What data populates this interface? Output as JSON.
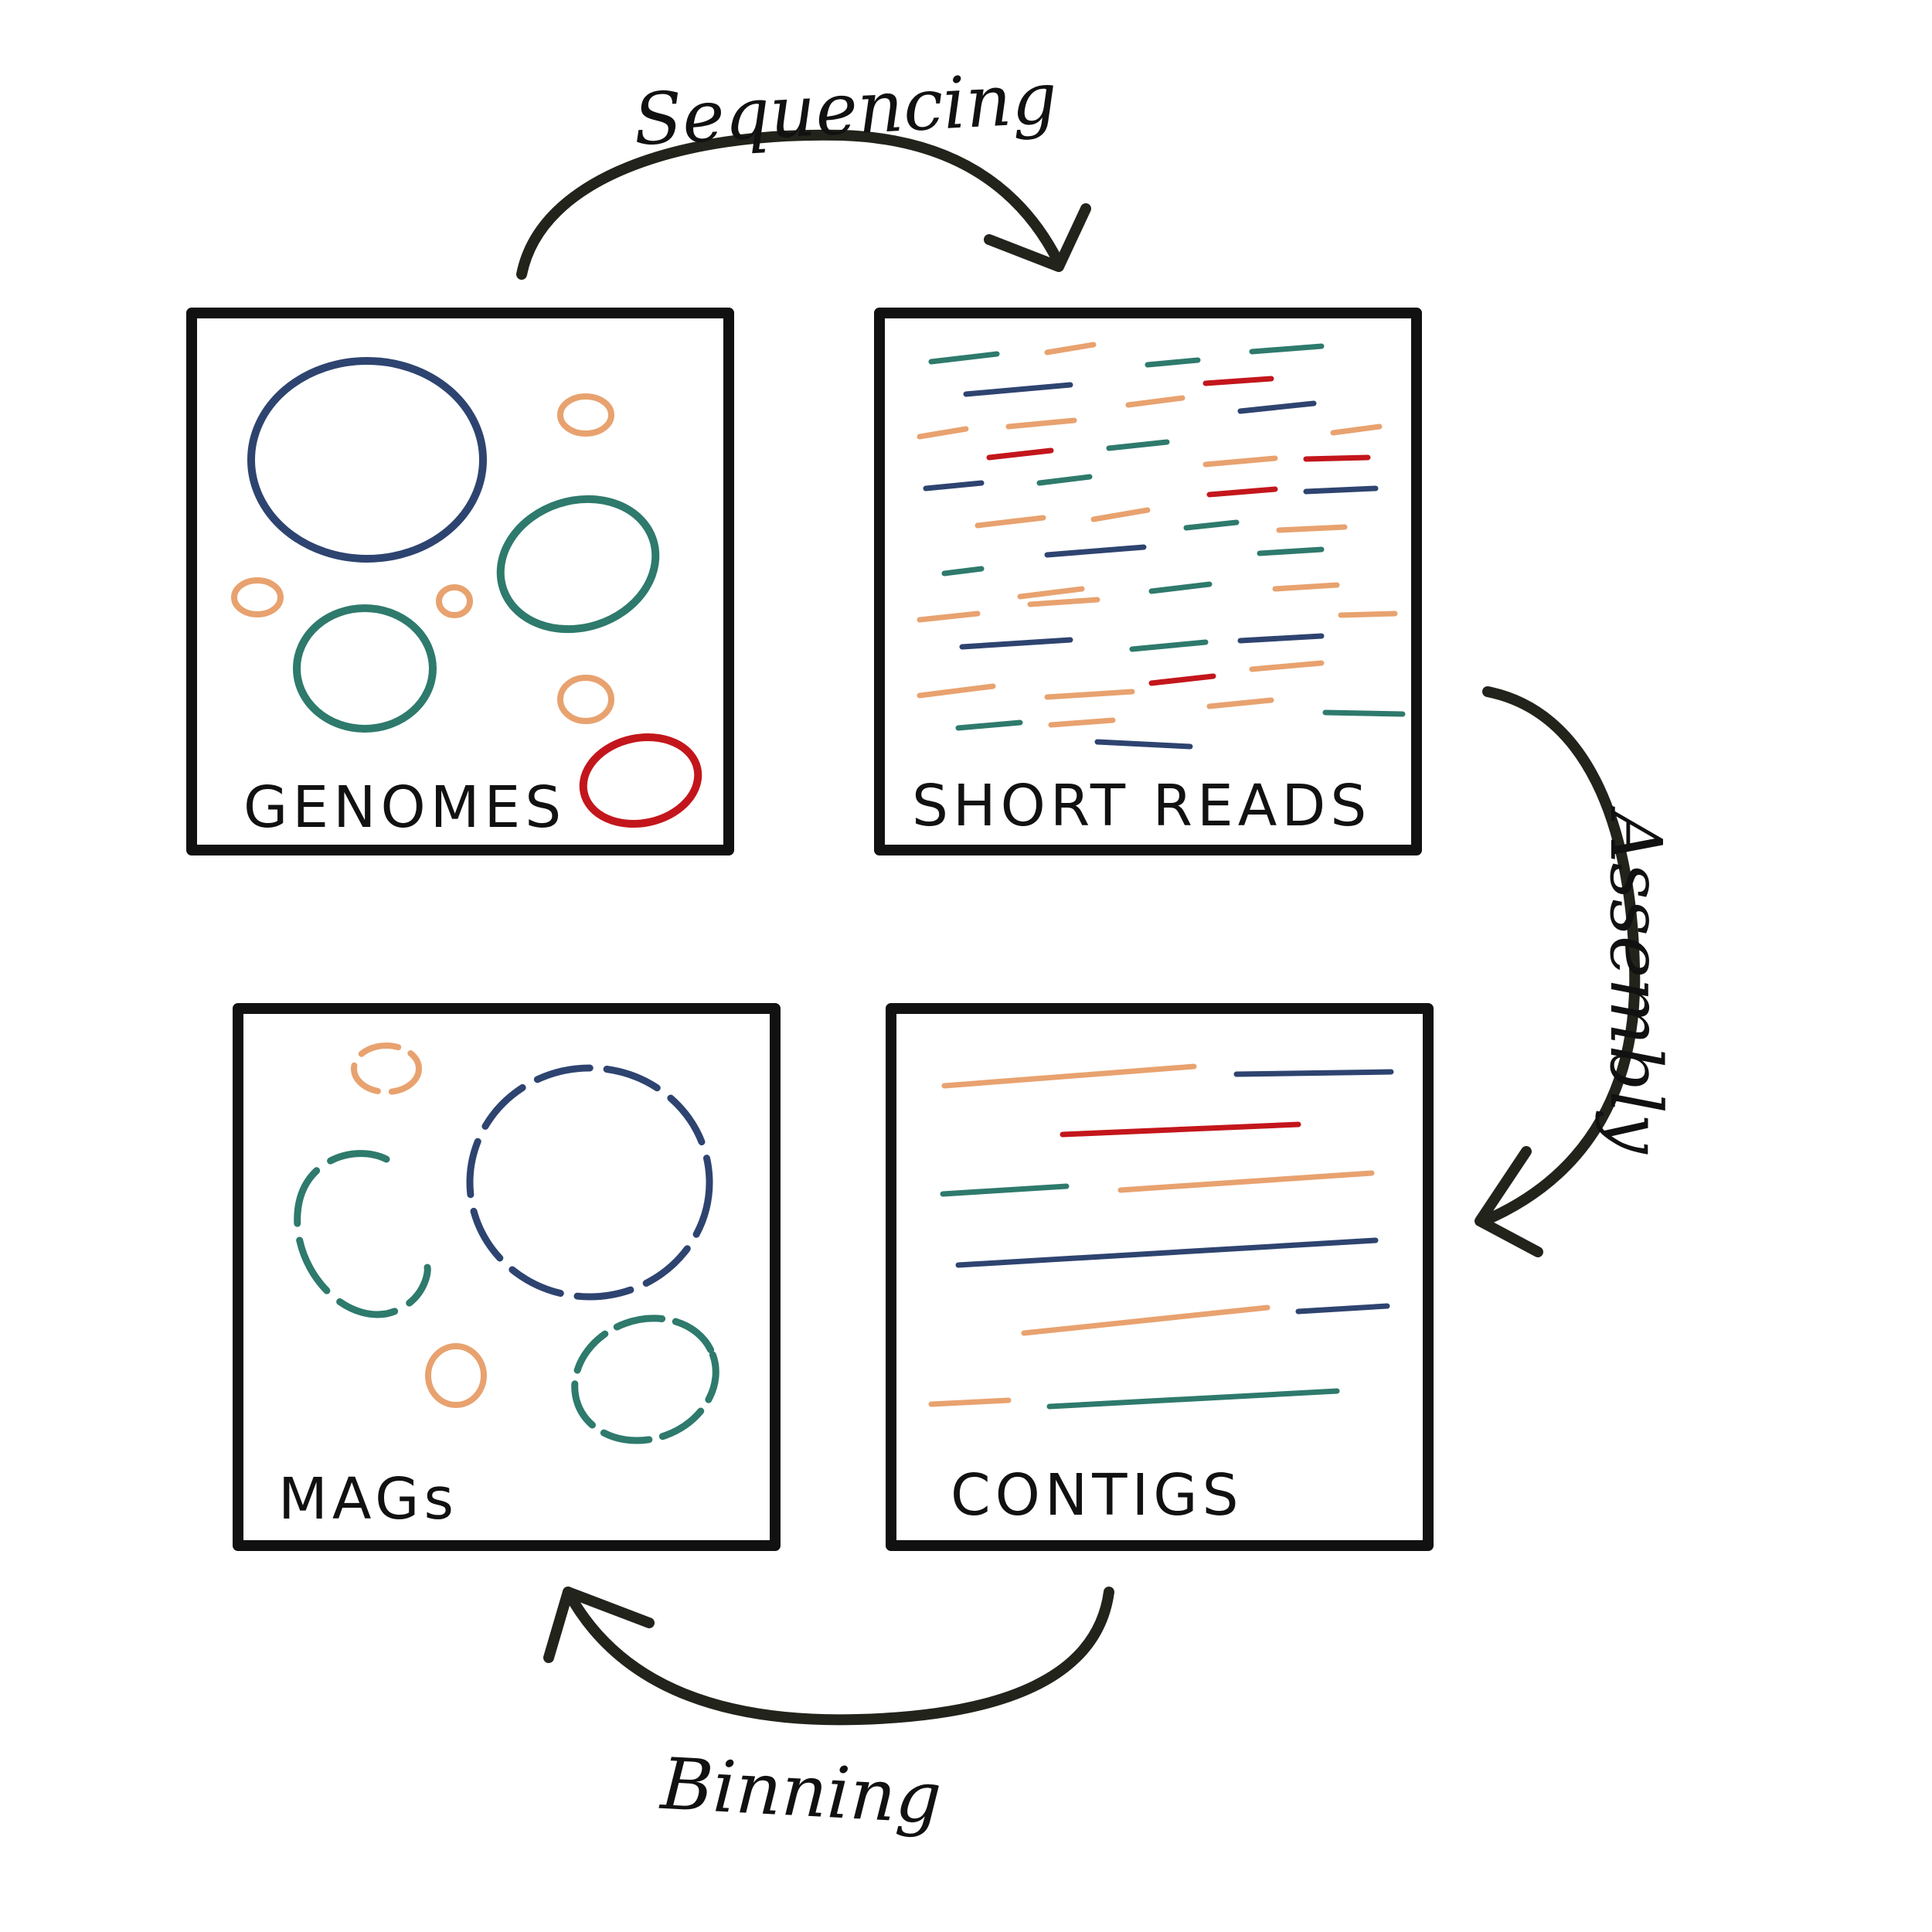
{
  "colors": {
    "navy": "#2e4470",
    "teal": "#2e7a6c",
    "peach": "#e8a26f",
    "red": "#c3161c",
    "ink": "#111111"
  },
  "panels": {
    "genomes": "GENOMES",
    "short_reads": "SHORT READS",
    "contigs": "CONTIGS",
    "mags": "MAGs"
  },
  "steps": {
    "sequencing": "Sequencing",
    "assembly": "Assembly",
    "binning": "Binning"
  }
}
